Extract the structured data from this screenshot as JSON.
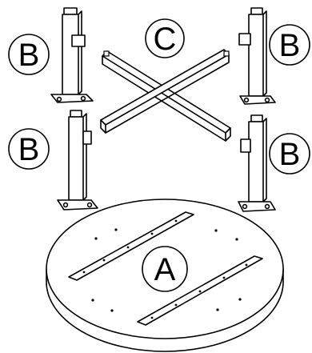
{
  "parts": {
    "tabletop": {
      "label": "A"
    },
    "cross_base": {
      "label": "C"
    },
    "legs": [
      {
        "label": "B"
      },
      {
        "label": "B"
      },
      {
        "label": "B"
      },
      {
        "label": "B"
      }
    ]
  }
}
